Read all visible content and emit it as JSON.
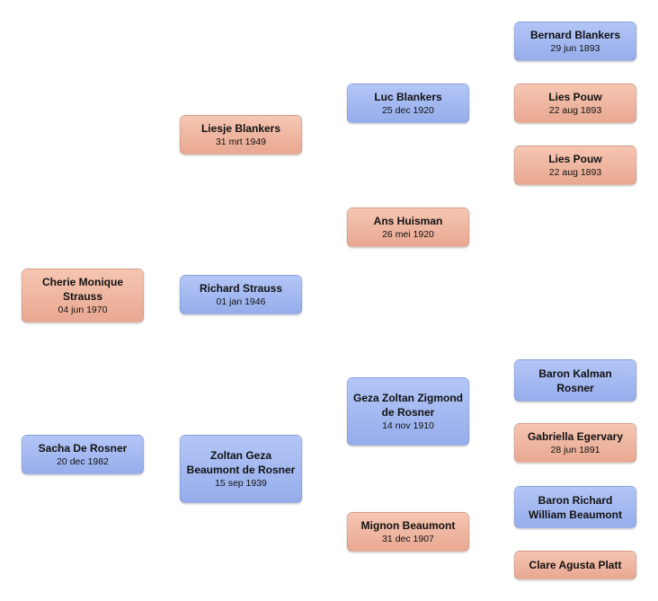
{
  "people": [
    {
      "id": "sacha",
      "name": "Sacha De Rosner",
      "date": "20 dec 1982",
      "gender": "male"
    },
    {
      "id": "cherie",
      "name": "Cherie Monique Strauss",
      "date": "04 jun 1970",
      "gender": "female"
    },
    {
      "id": "liesje",
      "name": "Liesje Blankers",
      "date": "31 mrt 1949",
      "gender": "female"
    },
    {
      "id": "richard",
      "name": "Richard Strauss",
      "date": "01 jan 1946",
      "gender": "male"
    },
    {
      "id": "zoltan",
      "name": "Zoltan Geza Beaumont de Rosner",
      "date": "15 sep 1939",
      "gender": "male"
    },
    {
      "id": "luc",
      "name": "Luc Blankers",
      "date": "25 dec 1920",
      "gender": "male"
    },
    {
      "id": "ans",
      "name": "Ans Huisman",
      "date": "26 mei 1920",
      "gender": "female"
    },
    {
      "id": "geza",
      "name": "Geza Zoltan Zigmond de Rosner",
      "date": "14 nov 1910",
      "gender": "male"
    },
    {
      "id": "mignon",
      "name": "Mignon Beaumont",
      "date": "31 dec 1907",
      "gender": "female"
    },
    {
      "id": "bernard",
      "name": "Bernard Blankers",
      "date": "29 jun 1893",
      "gender": "male"
    },
    {
      "id": "lies1",
      "name": "Lies Pouw",
      "date": "22 aug 1893",
      "gender": "female"
    },
    {
      "id": "lies2",
      "name": "Lies Pouw",
      "date": "22 aug 1893",
      "gender": "female"
    },
    {
      "id": "kalman",
      "name": "Baron Kalman Rosner",
      "date": "",
      "gender": "male"
    },
    {
      "id": "gabriella",
      "name": "Gabriella Egervary",
      "date": "28 jun 1891",
      "gender": "female"
    },
    {
      "id": "baronrichard",
      "name": "Baron Richard William Beaumont",
      "date": "",
      "gender": "male"
    },
    {
      "id": "clare",
      "name": "Clare Agusta Platt",
      "date": "",
      "gender": "female"
    }
  ]
}
